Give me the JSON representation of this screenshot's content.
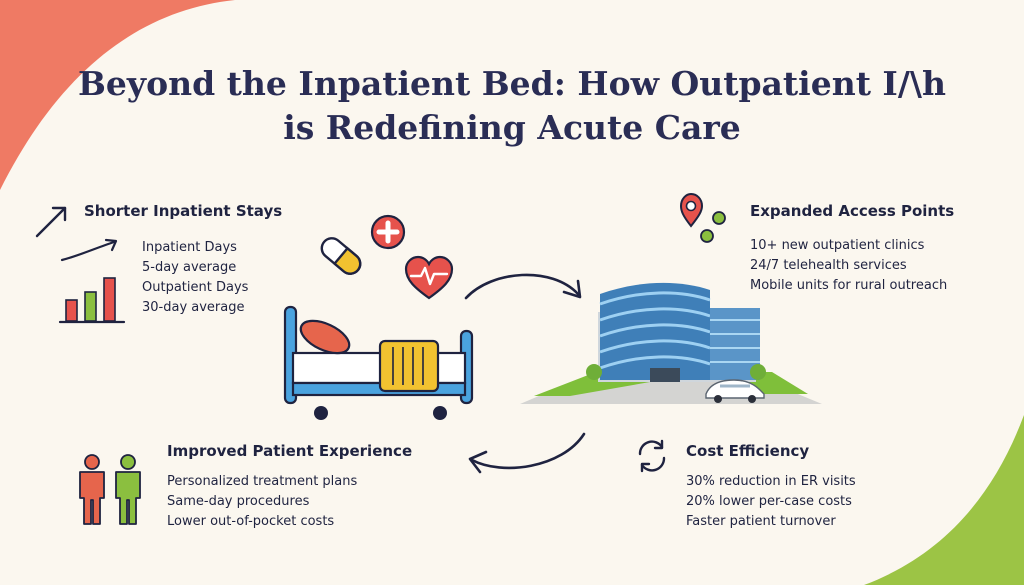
{
  "title": {
    "line1": "Beyond the Inpatient Bed: How Outpatient I/\\h",
    "line2": "is Redefining Acute Care"
  },
  "sections": {
    "shorter_stays": {
      "title": "Shorter Inpatient Stays",
      "items": [
        "Inpatient Days",
        "5-day average",
        "Outpatient Days",
        "30-day average"
      ],
      "icons": [
        "trend-arrow-icon",
        "bar-chart-icon"
      ]
    },
    "access_points": {
      "title": "Expanded Access Points",
      "items": [
        "10+ new outpatient clinics",
        "24/7 telehealth services",
        "Mobile units for rural outreach"
      ],
      "icons": [
        "location-pin-icon"
      ]
    },
    "patient_experience": {
      "title": "Improved Patient Experience",
      "items": [
        "Personalized treatment plans",
        "Same-day procedures",
        "Lower out-of-pocket costs"
      ],
      "icons": [
        "people-icon"
      ]
    },
    "cost_efficiency": {
      "title": "Cost Efficiency",
      "items": [
        "30% reduction in ER visits",
        "20% lower per-case costs",
        "Faster patient turnover"
      ],
      "icons": [
        "refresh-cycle-icon"
      ]
    }
  },
  "center_icons": [
    "pill-icon",
    "medical-cross-icon",
    "heart-pulse-icon",
    "hospital-bed-icon",
    "hospital-building-icon",
    "car-icon",
    "cycle-arrow-icon"
  ],
  "colors": {
    "background": "#fbf7ef",
    "title": "#2a2d55",
    "coral": "#ef6d5a",
    "green": "#8bbf3f",
    "blue": "#4aa3df",
    "yellow": "#f2c230",
    "red": "#e6524c"
  }
}
